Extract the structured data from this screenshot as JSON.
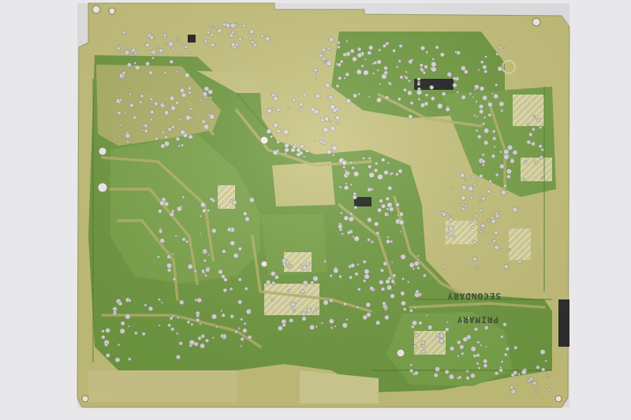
{
  "photo": {
    "subject": "Printed circuit board (solder side)",
    "background_color": "#e9e9ec",
    "board_color": "#c9c47e",
    "mask_color": "#6f9a3f",
    "trace_color": "#b8b46a"
  },
  "silkscreen": {
    "secondary": "SECONDARY",
    "primary": "PRIMARY"
  }
}
